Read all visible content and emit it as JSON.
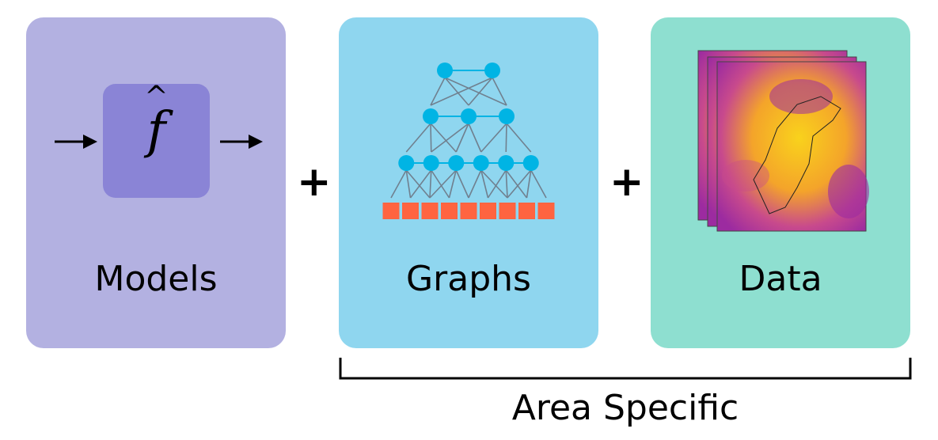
{
  "panels": {
    "models": {
      "label": "Models",
      "symbol": "f",
      "hat": "^",
      "color": "#b3b1e1",
      "inner_color": "#8a84d6"
    },
    "graphs": {
      "label": "Graphs",
      "color": "#8fd6ef",
      "node_color": "#00b4e4",
      "edge_color": "#70808f",
      "grid_color": "#ff6440",
      "layers": [
        2,
        3,
        6
      ],
      "grid_cells": 9
    },
    "data": {
      "label": "Data",
      "color": "#8edfd0",
      "stack_count": 3
    }
  },
  "operators": {
    "plus1": "+",
    "plus2": "+"
  },
  "bracket": {
    "label": "Area Specific"
  }
}
